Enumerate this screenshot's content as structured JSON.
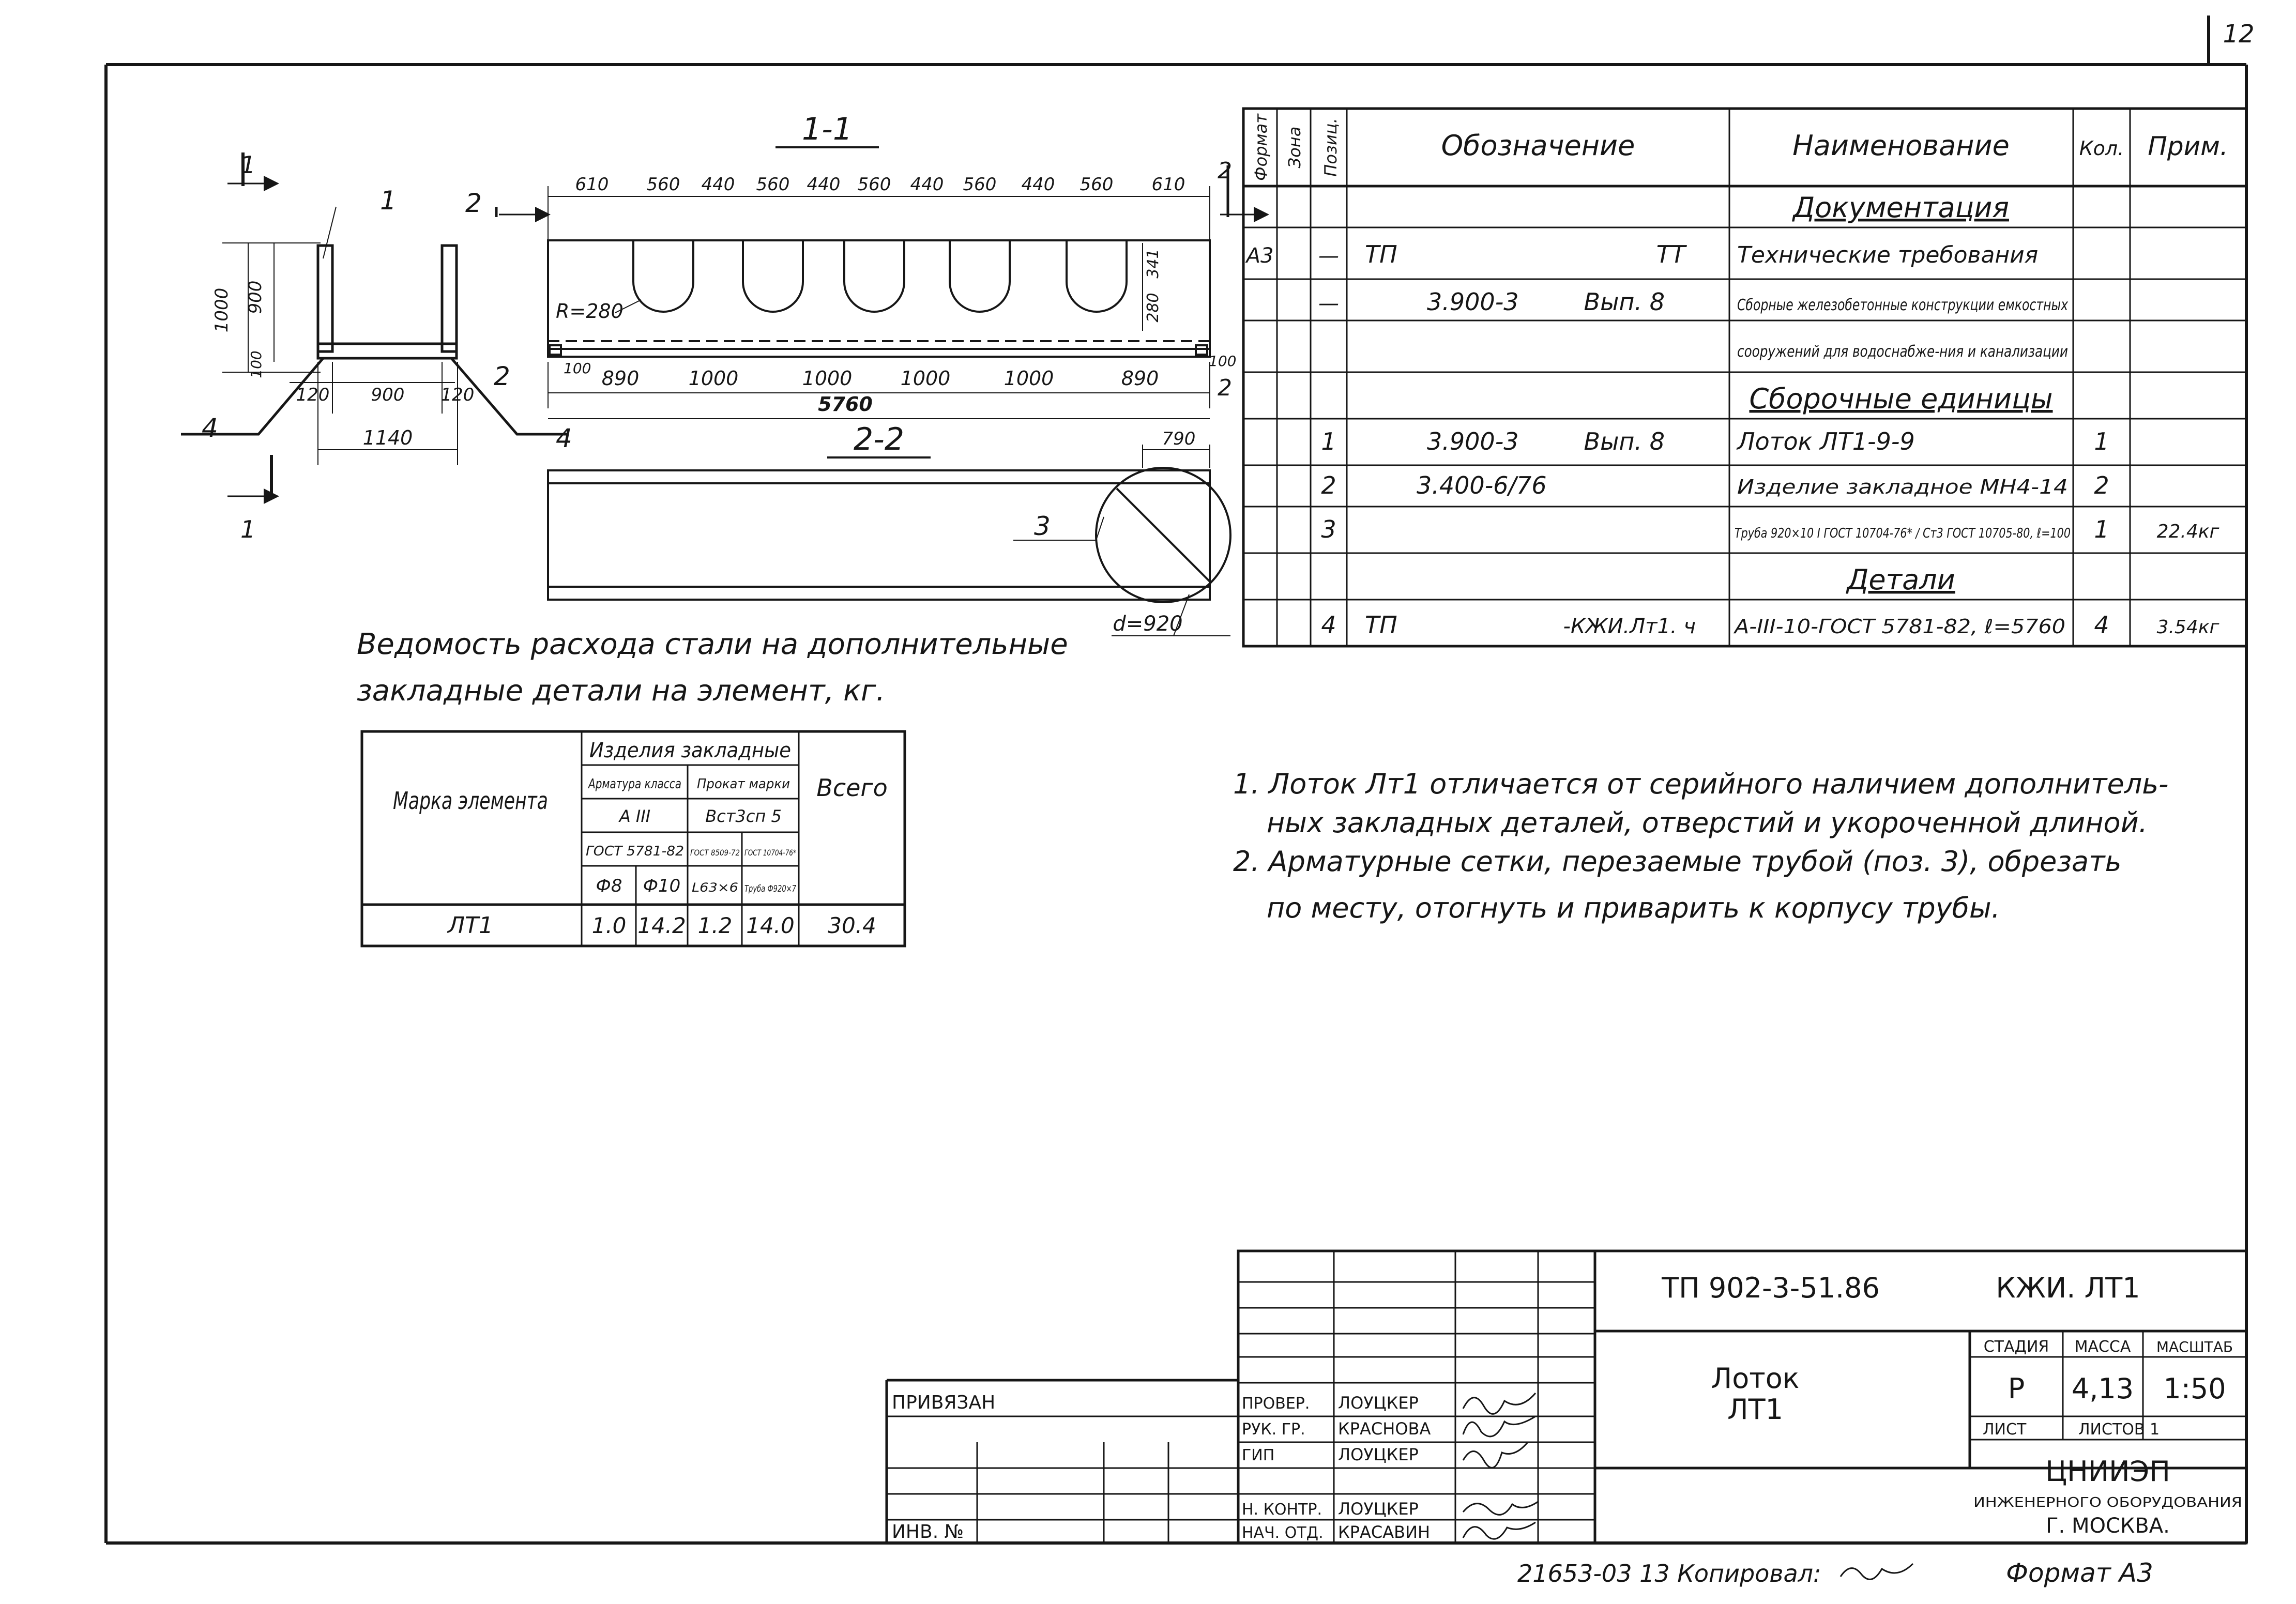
{
  "sheet_number": "12",
  "drawing": {
    "section_1_1": "1-1",
    "section_2_2": "2-2",
    "cut_marks": {
      "one": "1",
      "two": "2"
    },
    "callouts": {
      "p1": "1",
      "p2": "2",
      "p3": "3",
      "p4": "4"
    },
    "top_dims": [
      "610",
      "560",
      "440",
      "560",
      "440",
      "560",
      "440",
      "560",
      "440",
      "560",
      "610"
    ],
    "bottom_dims": [
      "890",
      "1000",
      "1000",
      "1000",
      "1000",
      "890"
    ],
    "total_length": "5760",
    "end_dim_left": "100",
    "end_dim_right": "100",
    "radius": "R=280",
    "hole_depth": "341",
    "hole_offset": "280",
    "cross_heights": [
      "1000",
      "900",
      "100"
    ],
    "cross_widths": [
      "120",
      "900",
      "120"
    ],
    "cross_total": "1140",
    "pipe_offset": "790",
    "pipe_diameter": "d=920"
  },
  "spec_table": {
    "headers": {
      "format": "Формат",
      "zone": "Зона",
      "pos": "Позиц.",
      "designation": "Обозначение",
      "name": "Наименование",
      "qty": "Кол.",
      "note": "Прим."
    },
    "sections": {
      "docs": "Документация",
      "assemblies": "Сборочные единицы",
      "details": "Детали"
    },
    "rows": [
      {
        "format": "А3",
        "zone": "",
        "pos": "—",
        "designation": "ТП",
        "designation2": "ТТ",
        "name": "Технические требования",
        "qty": "",
        "note": ""
      },
      {
        "format": "",
        "zone": "",
        "pos": "—",
        "designation": "3.900-3",
        "designation2": "Вып. 8",
        "name": "Сборные железобетонные конструкции емкостных",
        "qty": "",
        "note": ""
      },
      {
        "format": "",
        "zone": "",
        "pos": "",
        "designation": "",
        "designation2": "",
        "name": "сооружений для водоснабже-ния и канализации",
        "qty": "",
        "note": ""
      },
      {
        "format": "",
        "zone": "",
        "pos": "1",
        "designation": "3.900-3",
        "designation2": "Вып. 8",
        "name": "Лоток ЛТ1-9-9",
        "qty": "1",
        "note": ""
      },
      {
        "format": "",
        "zone": "",
        "pos": "2",
        "designation": "3.400-6/76",
        "designation2": "",
        "name": "Изделие закладное МН4-14",
        "qty": "2",
        "note": ""
      },
      {
        "format": "",
        "zone": "",
        "pos": "3",
        "designation": "",
        "designation2": "",
        "name": "Труба 920×10 I ГОСТ 10704-76* / Ст3 ГОСТ 10705-80, ℓ=100",
        "qty": "1",
        "note": "22.4кг"
      },
      {
        "format": "",
        "zone": "",
        "pos": "4",
        "designation": "ТП",
        "designation2": "-КЖИ.Лт1. ч",
        "name": "А-III-10-ГОСТ 5781-82, ℓ=5760",
        "qty": "4",
        "note": "3.54кг"
      }
    ]
  },
  "steel": {
    "title_line1": "Ведомость расхода стали на дополнительные",
    "title_line2": "закладные детали на элемент, кг.",
    "col_mark": "Марка элемента",
    "col_group": "Изделия закладные",
    "col_arm": "Арматура класса",
    "col_prokat": "Прокат марки",
    "col_total": "Всего",
    "arm_class": "А III",
    "prokat_grade": "Вст3сп 5",
    "gost_arm": "ГОСТ 5781-82",
    "gost_prokat1": "ГОСТ 8509-72",
    "gost_prokat2": "ГОСТ 10704-76*",
    "sub_headers": [
      "Ф8",
      "Ф10",
      "L63×6",
      "Труба Ф920×7"
    ],
    "row": {
      "mark": "ЛТ1",
      "f8": "1.0",
      "f10": "14.2",
      "l63": "1.2",
      "pipe": "14.0",
      "total": "30.4"
    }
  },
  "notes": {
    "n1_line1": "1. Лоток Лт1 отличается от серийного наличием дополнитель-",
    "n1_line2": "ных закладных деталей, отверстий и укороченной длиной.",
    "n2_line1": "2. Арматурные сетки, перезаемые трубой (поз. 3), обрезать",
    "n2_line2": "по месту, отогнуть и приварить к корпусу трубы."
  },
  "title_block": {
    "code": "ТП 902-3-51.86",
    "suffix": "КЖИ. ЛТ1",
    "name_line1": "Лоток",
    "name_line2": "ЛТ1",
    "stage_label": "СТАДИЯ",
    "mass_label": "МАССА",
    "scale_label": "МАСШТАБ",
    "stage": "Р",
    "mass": "4,13",
    "scale": "1:50",
    "sheet_label": "ЛИСТ",
    "sheets_label": "ЛИСТОВ 1",
    "org1": "ЦНИИЭП",
    "org2": "ИНЖЕНЕРНОГО ОБОРУДОВАНИЯ",
    "org3": "Г. МОСКВА.",
    "privyazan": "ПРИВЯЗАН",
    "inv": "ИНВ. №",
    "roles": [
      "ПРОВЕР.",
      "РУК. ГР.",
      "ГИП",
      "Н. КОНТР.",
      "НАЧ. ОТД."
    ],
    "names": [
      "ЛОУЦКЕР",
      "КРАСНОВА",
      "ЛОУЦКЕР",
      "ЛОУЦКЕР",
      "КРАСАВИН"
    ]
  },
  "footer": {
    "copy": "21653-03 13 Копировал:",
    "format": "Формат А3"
  }
}
